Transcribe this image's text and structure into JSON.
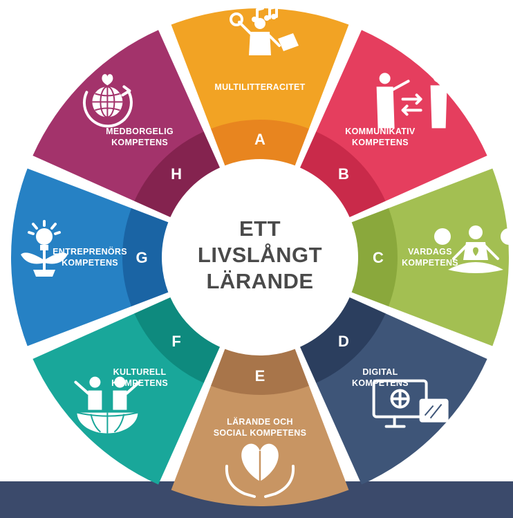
{
  "center": {
    "lines": [
      "ETT",
      "LIVSLÅNGT",
      "LÄRANDE"
    ]
  },
  "segments": [
    {
      "letter": "A",
      "title": [
        "MULTILITTERACITET"
      ],
      "icon": "person-reading-music-icon",
      "color": "#f2a324",
      "inner": "#e8851f"
    },
    {
      "letter": "B",
      "title": [
        "KOMMUNIKATIV",
        "KOMPETENS"
      ],
      "icon": "two-people-arrows-icon",
      "color": "#e53e5e",
      "inner": "#c92a4a"
    },
    {
      "letter": "C",
      "title": [
        "VARDAGS",
        "KOMPETENS"
      ],
      "icon": "meditating-person-icon",
      "color": "#a3bf52",
      "inner": "#8aa83c"
    },
    {
      "letter": "D",
      "title": [
        "DIGITAL",
        "KOMPETENS"
      ],
      "icon": "monitor-tablet-icon",
      "color": "#3e5578",
      "inner": "#2b3e5e"
    },
    {
      "letter": "E",
      "title": [
        "LÄRANDE OCH",
        "SOCIAL KOMPETENS"
      ],
      "icon": "puzzle-heart-hands-icon",
      "color": "#c89563",
      "inner": "#a8754a"
    },
    {
      "letter": "F",
      "title": [
        "KULTURELL",
        "KOMPETENS"
      ],
      "icon": "people-globe-icon",
      "color": "#19a79a",
      "inner": "#0e8a7e"
    },
    {
      "letter": "G",
      "title": [
        "ENTREPRENÖRS",
        "KOMPETENS"
      ],
      "icon": "lightbulb-plant-icon",
      "color": "#2681c4",
      "inner": "#1a64a4"
    },
    {
      "letter": "H",
      "title": [
        "MEDBORGELIG",
        "KOMPETENS"
      ],
      "icon": "globe-heart-icon",
      "color": "#a3336b",
      "inner": "#84234f"
    }
  ]
}
